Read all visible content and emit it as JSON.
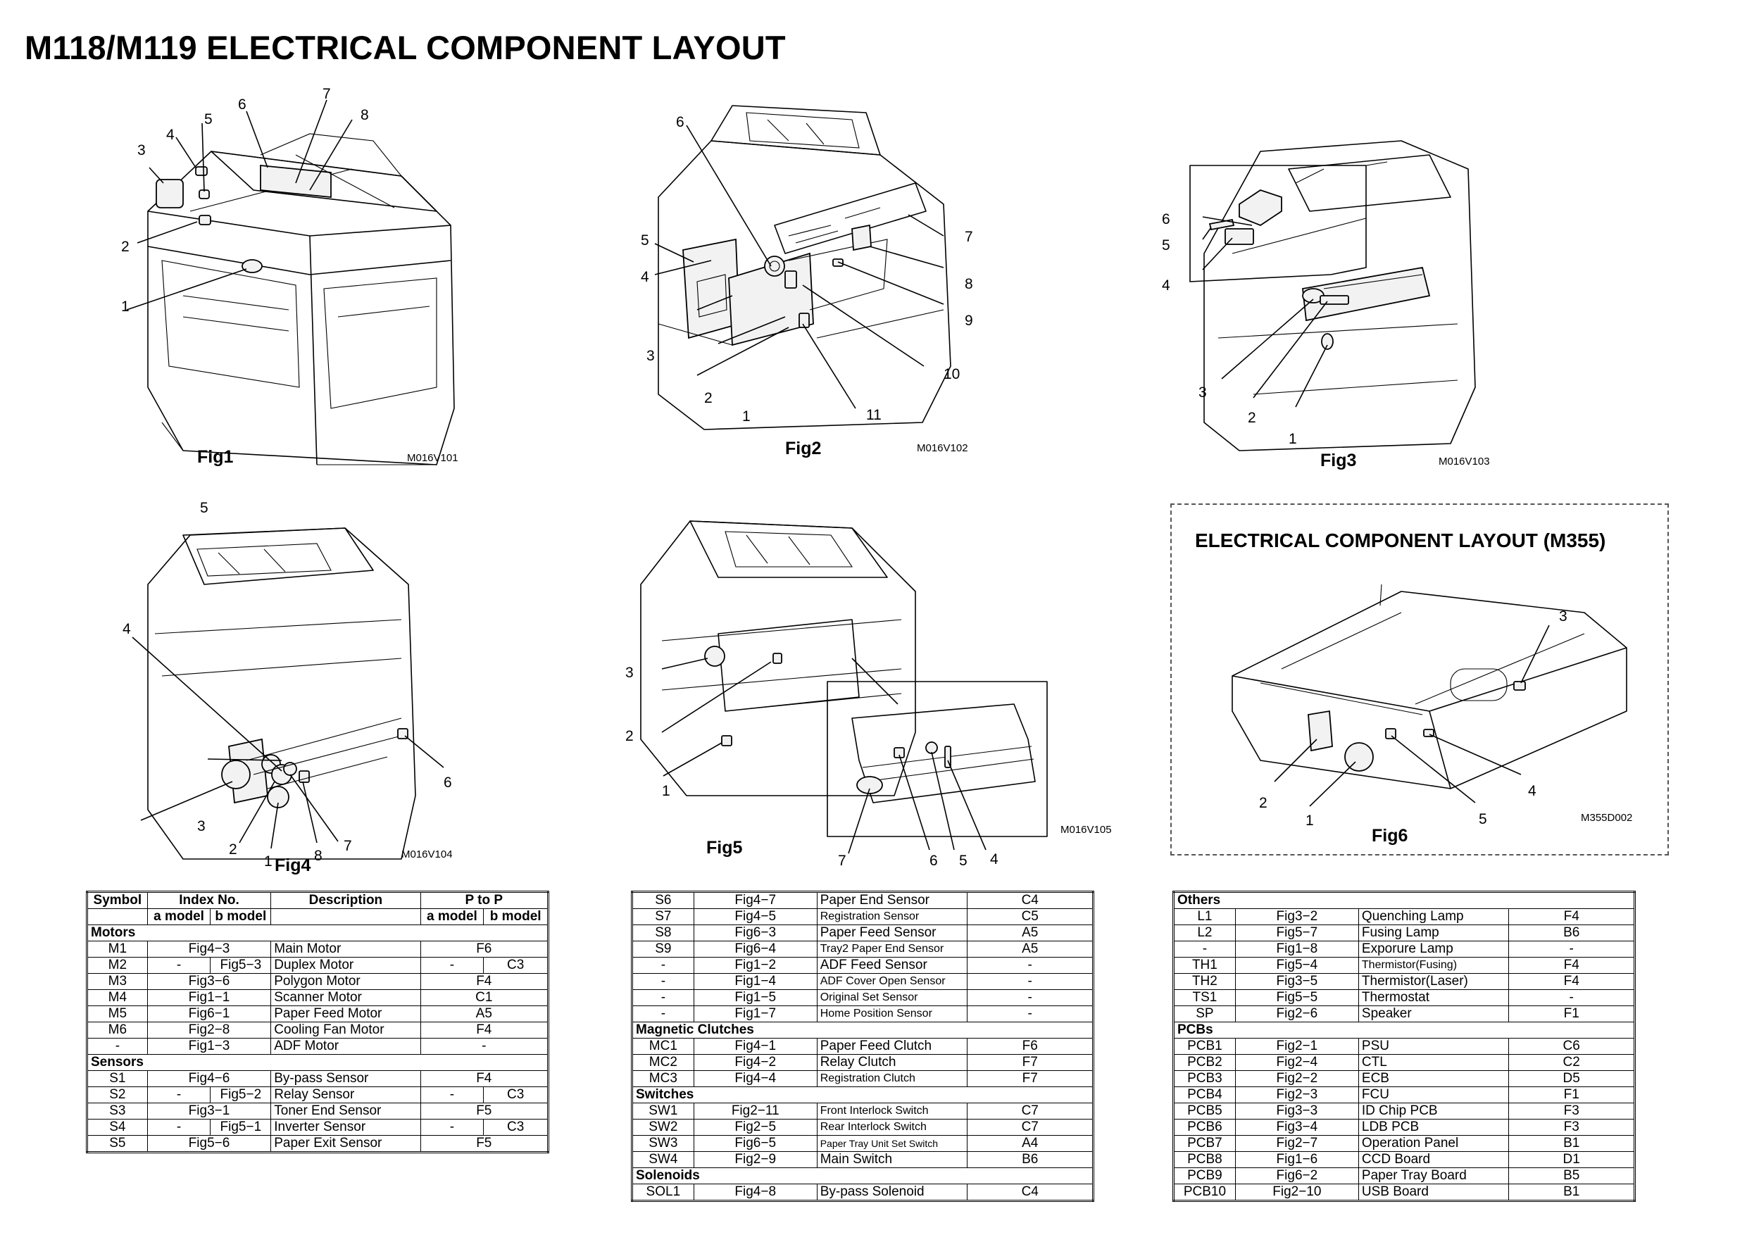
{
  "page": {
    "title": "M118/M119 ELECTRICAL COMPONENT LAYOUT"
  },
  "figures": [
    {
      "label": "Fig1",
      "code": "M016V101",
      "callouts": [
        "1",
        "2",
        "3",
        "4",
        "5",
        "6",
        "7",
        "8"
      ]
    },
    {
      "label": "Fig2",
      "code": "M016V102",
      "callouts": [
        "1",
        "2",
        "3",
        "4",
        "5",
        "6",
        "7",
        "8",
        "9",
        "10",
        "11"
      ]
    },
    {
      "label": "Fig3",
      "code": "M016V103",
      "callouts": [
        "1",
        "2",
        "3",
        "4",
        "5",
        "6"
      ]
    },
    {
      "label": "Fig4",
      "code": "M016V104",
      "callouts": [
        "1",
        "2",
        "3",
        "4",
        "5",
        "6",
        "7",
        "8"
      ]
    },
    {
      "label": "Fig5",
      "code": "M016V105",
      "callouts": [
        "1",
        "2",
        "3",
        "4",
        "5",
        "6",
        "7"
      ]
    },
    {
      "label": "Fig6",
      "code": "M355D002",
      "callouts": [
        "1",
        "2",
        "3",
        "4",
        "5"
      ]
    }
  ],
  "m355": {
    "title": "ELECTRICAL COMPONENT LAYOUT (M355)"
  },
  "table1": {
    "headers": {
      "symbol": "Symbol",
      "index": "Index No.",
      "description": "Description",
      "ptop": "P to P",
      "a_model": "a model",
      "b_model": "b model"
    },
    "sections": [
      {
        "name": "Motors",
        "rows": [
          {
            "symbol": "M1",
            "index": "Fig4−3",
            "description": "Main Motor",
            "ptop": "F6"
          },
          {
            "symbol": "M2",
            "index_a": "-",
            "index_b": "Fig5−3",
            "description": "Duplex Motor",
            "ptop_a": "-",
            "ptop_b": "C3"
          },
          {
            "symbol": "M3",
            "index": "Fig3−6",
            "description": "Polygon Motor",
            "ptop": "F4"
          },
          {
            "symbol": "M4",
            "index": "Fig1−1",
            "description": "Scanner Motor",
            "ptop": "C1"
          },
          {
            "symbol": "M5",
            "index": "Fig6−1",
            "description": "Paper Feed Motor",
            "ptop": "A5"
          },
          {
            "symbol": "M6",
            "index": "Fig2−8",
            "description": "Cooling Fan Motor",
            "ptop": "F4"
          },
          {
            "symbol": "-",
            "index": "Fig1−3",
            "description": "ADF Motor",
            "ptop": "-"
          }
        ]
      },
      {
        "name": "Sensors",
        "rows": [
          {
            "symbol": "S1",
            "index": "Fig4−6",
            "description": "By-pass Sensor",
            "ptop": "F4"
          },
          {
            "symbol": "S2",
            "index_a": "-",
            "index_b": "Fig5−2",
            "description": "Relay Sensor",
            "ptop_a": "-",
            "ptop_b": "C3"
          },
          {
            "symbol": "S3",
            "index": "Fig3−1",
            "description": "Toner End Sensor",
            "ptop": "F5"
          },
          {
            "symbol": "S4",
            "index_a": "-",
            "index_b": "Fig5−1",
            "description": "Inverter Sensor",
            "ptop_a": "-",
            "ptop_b": "C3"
          },
          {
            "symbol": "S5",
            "index": "Fig5−6",
            "description": "Paper Exit Sensor",
            "ptop": "F5"
          }
        ]
      }
    ]
  },
  "table2": {
    "rows_top": [
      {
        "symbol": "S6",
        "index": "Fig4−7",
        "description": "Paper End Sensor",
        "ptop": "C4"
      },
      {
        "symbol": "S7",
        "index": "Fig4−5",
        "description": "Registration Sensor",
        "ptop": "C5"
      },
      {
        "symbol": "S8",
        "index": "Fig6−3",
        "description": "Paper Feed Sensor",
        "ptop": "A5"
      },
      {
        "symbol": "S9",
        "index": "Fig6−4",
        "description": "Tray2 Paper End Sensor",
        "ptop": "A5"
      },
      {
        "symbol": "-",
        "index": "Fig1−2",
        "description": "ADF Feed Sensor",
        "ptop": "-"
      },
      {
        "symbol": "-",
        "index": "Fig1−4",
        "description": "ADF Cover Open Sensor",
        "ptop": "-"
      },
      {
        "symbol": "-",
        "index": "Fig1−5",
        "description": "Original Set  Sensor",
        "ptop": "-"
      },
      {
        "symbol": "-",
        "index": "Fig1−7",
        "description": "Home Position Sensor",
        "ptop": "-"
      }
    ],
    "sections": [
      {
        "name": "Magnetic Clutches",
        "rows": [
          {
            "symbol": "MC1",
            "index": "Fig4−1",
            "description": "Paper Feed Clutch",
            "ptop": "F6"
          },
          {
            "symbol": "MC2",
            "index": "Fig4−2",
            "description": "Relay Clutch",
            "ptop": "F7"
          },
          {
            "symbol": "MC3",
            "index": "Fig4−4",
            "description": "Registration Clutch",
            "ptop": "F7"
          }
        ]
      },
      {
        "name": "Switches",
        "rows": [
          {
            "symbol": "SW1",
            "index": "Fig2−11",
            "description": "Front Interlock Switch",
            "ptop": "C7"
          },
          {
            "symbol": "SW2",
            "index": "Fig2−5",
            "description": "Rear Interlock Switch",
            "ptop": "C7"
          },
          {
            "symbol": "SW3",
            "index": "Fig6−5",
            "description": "Paper Tray Unit Set Switch",
            "ptop": "A4"
          },
          {
            "symbol": "SW4",
            "index": "Fig2−9",
            "description": "Main Switch",
            "ptop": "B6"
          }
        ]
      },
      {
        "name": "Solenoids",
        "rows": [
          {
            "symbol": "SOL1",
            "index": "Fig4−8",
            "description": "By-pass Solenoid",
            "ptop": "C4"
          }
        ]
      }
    ]
  },
  "table3": {
    "sections": [
      {
        "name": "Others",
        "rows": [
          {
            "symbol": "L1",
            "index": "Fig3−2",
            "description": "Quenching Lamp",
            "ptop": "F4"
          },
          {
            "symbol": "L2",
            "index": "Fig5−7",
            "description": "Fusing Lamp",
            "ptop": "B6"
          },
          {
            "symbol": "-",
            "index": "Fig1−8",
            "description": "Exporure Lamp",
            "ptop": "-"
          },
          {
            "symbol": "TH1",
            "index": "Fig5−4",
            "description": "Thermistor(Fusing)",
            "ptop": "F4"
          },
          {
            "symbol": "TH2",
            "index": "Fig3−5",
            "description": "Thermistor(Laser)",
            "ptop": "F4"
          },
          {
            "symbol": "TS1",
            "index": "Fig5−5",
            "description": "Thermostat",
            "ptop": "-"
          },
          {
            "symbol": "SP",
            "index": "Fig2−6",
            "description": "Speaker",
            "ptop": "F1"
          }
        ]
      },
      {
        "name": "PCBs",
        "rows": [
          {
            "symbol": "PCB1",
            "index": "Fig2−1",
            "description": "PSU",
            "ptop": "C6"
          },
          {
            "symbol": "PCB2",
            "index": "Fig2−4",
            "description": "CTL",
            "ptop": "C2"
          },
          {
            "symbol": "PCB3",
            "index": "Fig2−2",
            "description": "ECB",
            "ptop": "D5"
          },
          {
            "symbol": "PCB4",
            "index": "Fig2−3",
            "description": "FCU",
            "ptop": "F1"
          },
          {
            "symbol": "PCB5",
            "index": "Fig3−3",
            "description": "ID Chip PCB",
            "ptop": "F3"
          },
          {
            "symbol": "PCB6",
            "index": "Fig3−4",
            "description": "LDB PCB",
            "ptop": "F3"
          },
          {
            "symbol": "PCB7",
            "index": "Fig2−7",
            "description": "Operation Panel",
            "ptop": "B1"
          },
          {
            "symbol": "PCB8",
            "index": "Fig1−6",
            "description": "CCD Board",
            "ptop": "D1"
          },
          {
            "symbol": "PCB9",
            "index": "Fig6−2",
            "description": "Paper Tray Board",
            "ptop": "B5"
          },
          {
            "symbol": "PCB10",
            "index": "Fig2−10",
            "description": "USB Board",
            "ptop": "B1"
          }
        ]
      }
    ]
  }
}
